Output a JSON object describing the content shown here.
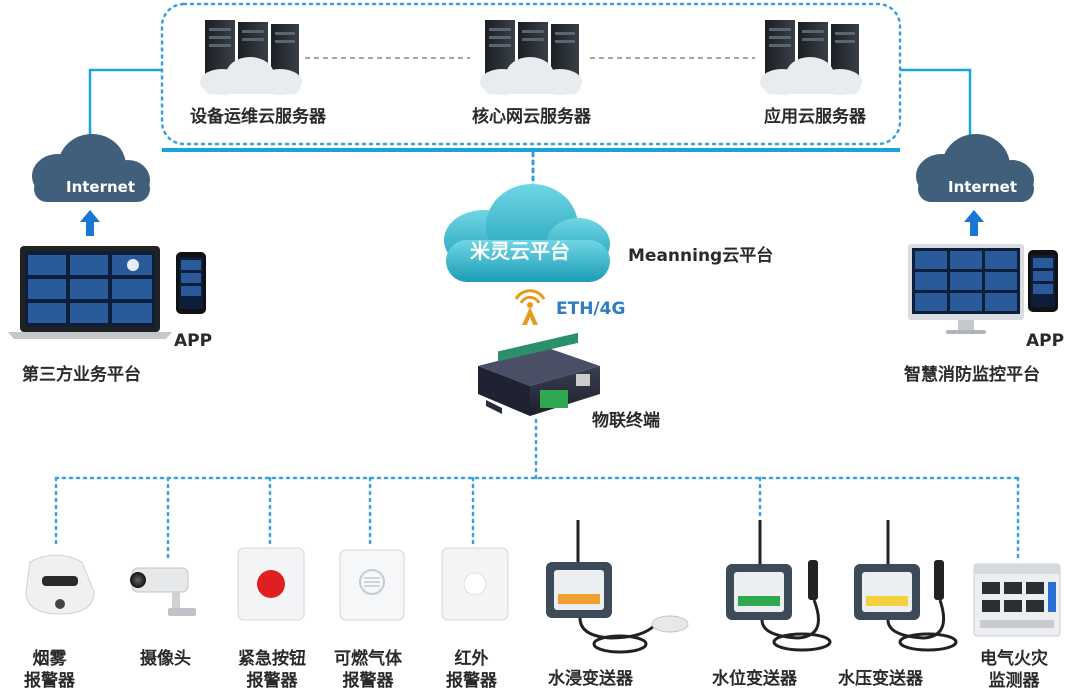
{
  "cloud_servers": [
    {
      "label": "设备运维云服务器"
    },
    {
      "label": "核心网云服务器"
    },
    {
      "label": "应用云服务器"
    }
  ],
  "internet_label": "Internet",
  "cloud_platform": {
    "name": "米灵云平台",
    "caption": "Meanning云平台"
  },
  "link_label": "ETH/4G",
  "left_platform": {
    "name": "第三方业务平台",
    "app_label": "APP"
  },
  "right_platform": {
    "name": "智慧消防监控平台",
    "app_label": "APP"
  },
  "terminal": {
    "label": "物联终端"
  },
  "devices": [
    {
      "label": "烟雾\n报警器"
    },
    {
      "label": "摄像头"
    },
    {
      "label": "紧急按钮\n报警器"
    },
    {
      "label": "可燃气体\n报警器"
    },
    {
      "label": "红外\n报警器"
    },
    {
      "label": "水浸变送器"
    },
    {
      "label": "水位变送器"
    },
    {
      "label": "水压变送器"
    },
    {
      "label": "电气火灾\n监测器"
    }
  ],
  "colors": {
    "line_blue": "#1aa3d9",
    "dotted_blue": "#3aa0dc",
    "cloud_dark": "#3f5f7a",
    "platform_cloud": "#33b3c8",
    "arrow_blue": "#1976d2"
  }
}
